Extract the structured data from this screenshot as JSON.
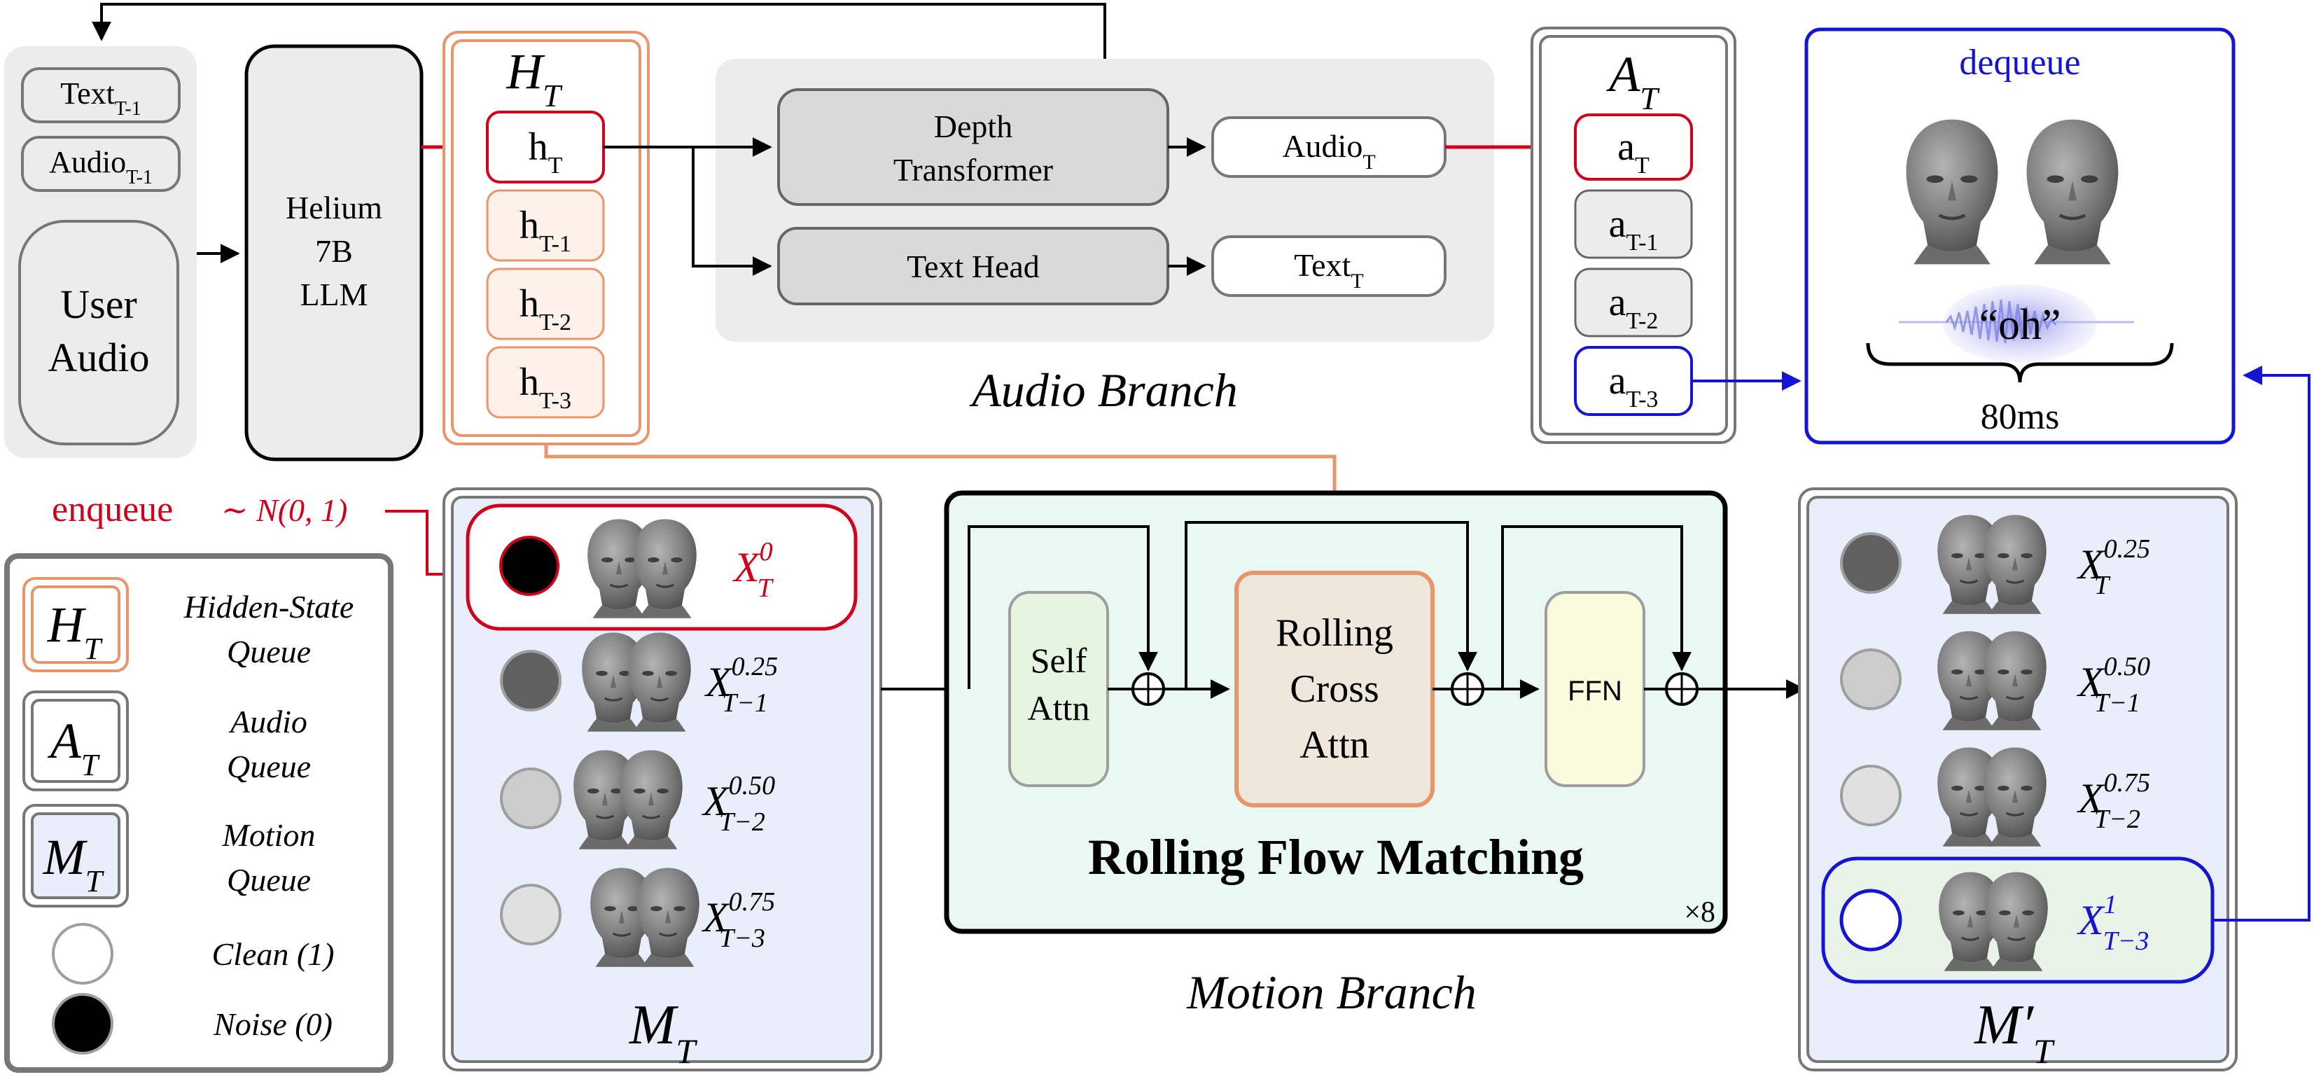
{
  "inputs": {
    "text_prev": {
      "base": "Text",
      "sub": "T-1"
    },
    "audio_prev": {
      "base": "Audio",
      "sub": "T-1"
    },
    "user_audio": [
      "User",
      "Audio"
    ]
  },
  "llm": [
    "Helium",
    "7B",
    "LLM"
  ],
  "hidden_queue": {
    "title": {
      "base": "H",
      "sub": "T"
    },
    "items": [
      {
        "base": "h",
        "sub": "T"
      },
      {
        "base": "h",
        "sub": "T-1"
      },
      {
        "base": "h",
        "sub": "T-2"
      },
      {
        "base": "h",
        "sub": "T-3"
      }
    ]
  },
  "audio_branch": {
    "depth_transformer": [
      "Depth",
      "Transformer"
    ],
    "text_head": "Text Head",
    "audio_out": {
      "base": "Audio",
      "sub": "T"
    },
    "text_out": {
      "base": "Text",
      "sub": "T"
    },
    "label": "Audio Branch"
  },
  "audio_queue": {
    "title": {
      "base": "A",
      "sub": "T"
    },
    "items": [
      {
        "base": "a",
        "sub": "T"
      },
      {
        "base": "a",
        "sub": "T-1"
      },
      {
        "base": "a",
        "sub": "T-2"
      },
      {
        "base": "a",
        "sub": "T-3"
      }
    ]
  },
  "dequeue": {
    "title": "dequeue",
    "word": "“oh”",
    "duration": "80ms"
  },
  "enqueue": {
    "label": "enqueue",
    "dist": "∼ N(0, 1)"
  },
  "motion_queue": {
    "title": {
      "base": "M",
      "sub": "T"
    },
    "items": [
      {
        "base": "X",
        "sup": "0",
        "sub": "T"
      },
      {
        "base": "X",
        "sup": "0.25",
        "sub": "T−1"
      },
      {
        "base": "X",
        "sup": "0.50",
        "sub": "T−2"
      },
      {
        "base": "X",
        "sup": "0.75",
        "sub": "T−3"
      }
    ]
  },
  "rolling_flow": {
    "self_attn": [
      "Self",
      "Attn"
    ],
    "cross_attn": [
      "Rolling",
      "Cross",
      "Attn"
    ],
    "ffn": "FFN",
    "title": "Rolling Flow Matching",
    "repeat": "×8"
  },
  "motion_branch_label": "Motion Branch",
  "output_queue": {
    "title": {
      "base": "M",
      "prime": "′",
      "sub": "T"
    },
    "items": [
      {
        "base": "X",
        "sup": "0.25",
        "sub": "T"
      },
      {
        "base": "X",
        "sup": "0.50",
        "sub": "T−1"
      },
      {
        "base": "X",
        "sup": "0.75",
        "sub": "T−2"
      },
      {
        "base": "X",
        "sup": "1",
        "sub": "T−3"
      }
    ]
  },
  "legend": {
    "hidden": {
      "sym": {
        "base": "H",
        "sub": "T"
      },
      "desc": [
        "Hidden-State",
        "Queue"
      ]
    },
    "audio": {
      "sym": {
        "base": "A",
        "sub": "T"
      },
      "desc": [
        "Audio",
        "Queue"
      ]
    },
    "motion": {
      "sym": {
        "base": "M",
        "sub": "T"
      },
      "desc": [
        "Motion",
        "Queue"
      ]
    },
    "clean": "Clean (1)",
    "noise": "Noise (0)"
  },
  "colors": {
    "red": "#d0021b",
    "blue": "#1414d4",
    "orange": "#e8956b",
    "gray_panel": "#ececec",
    "gray_box": "#d9d9d9",
    "motion_bg": "#eaeefb",
    "rfm_bg": "#eaf8f3",
    "self_attn_bg": "#e6f5e2",
    "cross_attn_bg": "#efe7dc",
    "ffn_bg": "#f8fbdc",
    "output_last_bg": "#e9f3e8",
    "hidden_item_bg": "#fdf1ea"
  }
}
